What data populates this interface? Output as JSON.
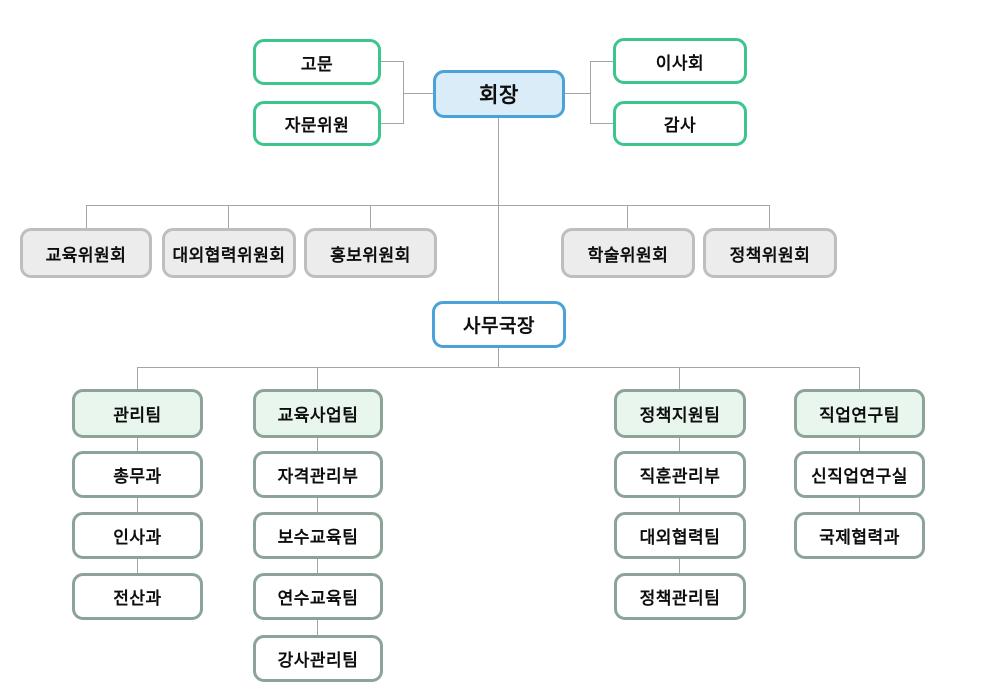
{
  "diagram": {
    "type": "org-chart",
    "language": "Korean"
  },
  "colors": {
    "green_border": "#3ec58c",
    "chairman_border": "#4ba2d8",
    "chairman_fill": "#d9ecf8",
    "committee_border": "#bbbfc1",
    "committee_fill": "#ececed",
    "team_border": "#8ca497",
    "team_fill": "#e9f6ee",
    "line": "#a5a5a5",
    "text": "#0e0e0e"
  },
  "nodes": {
    "chairman": "회장",
    "advisor": "고문",
    "advisory_committee": "자문위원",
    "board": "이사회",
    "auditor": "감사",
    "secretary_general": "사무국장",
    "committees": [
      "교육위원회",
      "대외협력위원회",
      "홍보위원회",
      "학술위원회",
      "정책위원회"
    ],
    "teams": [
      {
        "name": "관리팀",
        "subs": [
          "총무과",
          "인사과",
          "전산과"
        ]
      },
      {
        "name": "교육사업팀",
        "subs": [
          "자격관리부",
          "보수교육팀",
          "연수교육팀",
          "강사관리팀"
        ]
      },
      {
        "name": "정책지원팀",
        "subs": [
          "직훈관리부",
          "대외협력팀",
          "정책관리팀"
        ]
      },
      {
        "name": "직업연구팀",
        "subs": [
          "신직업연구실",
          "국제협력과"
        ]
      }
    ]
  }
}
